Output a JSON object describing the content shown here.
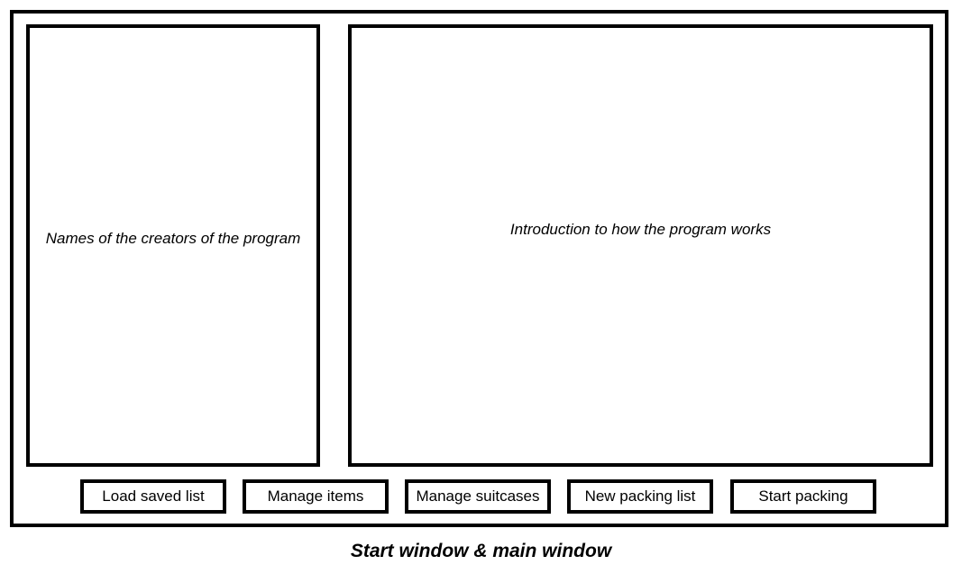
{
  "left_panel": {
    "text": "Names of the creators of the program"
  },
  "right_panel": {
    "text": "Introduction to how the program works"
  },
  "buttons": [
    {
      "label": "Load saved list"
    },
    {
      "label": "Manage items"
    },
    {
      "label": "Manage suitcases"
    },
    {
      "label": "New packing list"
    },
    {
      "label": "Start packing"
    }
  ],
  "caption": "Start window & main window"
}
